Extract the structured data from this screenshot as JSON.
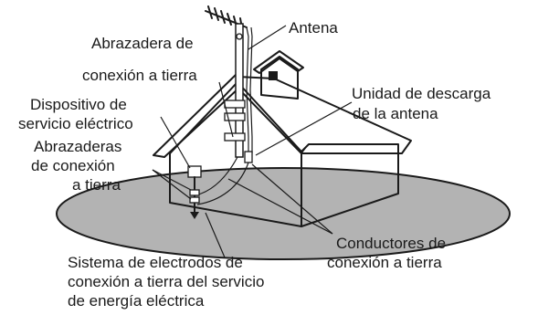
{
  "labels": {
    "antenna": "Antena",
    "clamp_line1": "Abrazadera de",
    "clamp_line2": "conexión a tierra",
    "service_device_line1": "Dispositivo de",
    "service_device_line2": "servicio eléctrico",
    "ground_clamps_line1": "Abrazaderas",
    "ground_clamps_line2": "de conexión",
    "ground_clamps_line3": "a tierra",
    "discharge_unit_line1": "Unidad de descarga",
    "discharge_unit_line2": "de la antena",
    "conductors_line1": "Conductores de",
    "conductors_line2": "conexión a tierra",
    "electrode_system_line1": "Sistema de electrodos de",
    "electrode_system_line2": "conexión a tierra del servicio",
    "electrode_system_line3": "de energía eléctrica"
  },
  "colors": {
    "ground": "#b3b3b3",
    "wall": "#ffffff",
    "roof": "#8c8c8c",
    "outline": "#1a1a1a"
  }
}
